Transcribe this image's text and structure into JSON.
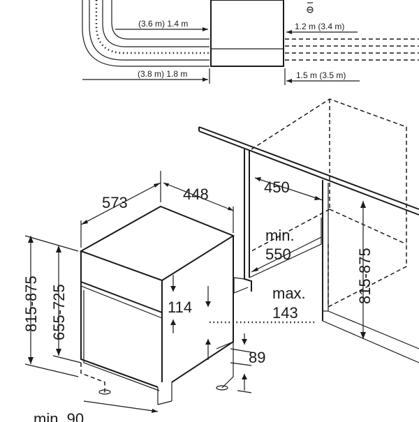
{
  "top_plan": {
    "dim_hose_upper": "(3.6 m) 1.4 m",
    "dim_hose_lower": "(3.8 m) 1.8 m",
    "dim_right_upper": "1.2 m (3.4 m)",
    "dim_right_lower": "1.5 m (3.5 m)"
  },
  "appliance": {
    "width": "573",
    "depth_top": "448",
    "height_range": "815-875",
    "door_range": "655-725",
    "panel_height": "114",
    "bottom_min": "min. 90"
  },
  "niche": {
    "depth": "450",
    "min_width": "min.",
    "min_width_value": "550",
    "max_label": "max.",
    "max_value": "143",
    "plinth": "89",
    "height_range": "815-875"
  }
}
